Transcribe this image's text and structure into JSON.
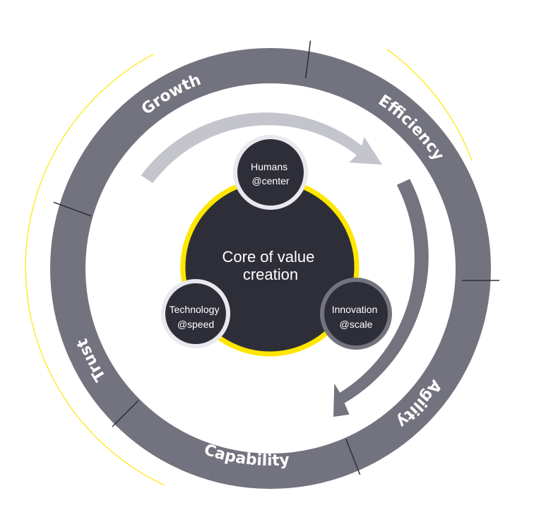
{
  "colors": {
    "ring": "#73737f",
    "ring_divider": "#2e2e38",
    "accent_yellow": "#ffe600",
    "core_fill": "#2e2e38",
    "top_arrow": "#c4c4cd",
    "right_arrow": "#747480",
    "node_border_light": "#e8e8ee",
    "node_border_dark": "#747480",
    "label_text": "#ffffff"
  },
  "ring_segments": [
    {
      "label": "Growth"
    },
    {
      "label": "Efficiency"
    },
    {
      "label": "Agility"
    },
    {
      "label": "Capability"
    },
    {
      "label": "Trust"
    }
  ],
  "core": {
    "line1": "Core of value",
    "line2": "creation"
  },
  "nodes": [
    {
      "id": "humans",
      "line1": "Humans",
      "line2": "@center",
      "border": "light"
    },
    {
      "id": "technology",
      "line1": "Technology",
      "line2": "@speed",
      "border": "light"
    },
    {
      "id": "innovation",
      "line1": "Innovation",
      "line2": "@scale",
      "border": "dark"
    }
  ]
}
